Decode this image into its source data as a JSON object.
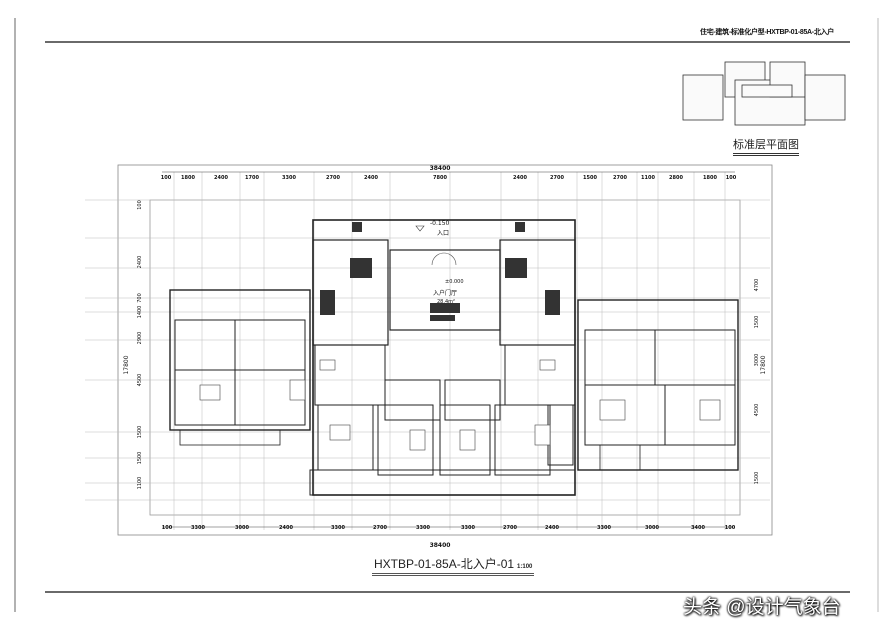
{
  "sheet": {
    "title": "住宅-建筑-标准化户型-HXTBP-01-85A-北入户",
    "key_plan_caption": "标准层平面图",
    "plan_title": "HXTBP-01-85A-北入户-01",
    "plan_scale": "1:100"
  },
  "dimensions": {
    "top_total": "38400",
    "top": [
      "100",
      "1800",
      "2400",
      "1700",
      "3300",
      "2700",
      "2400",
      "7800",
      "2400",
      "2700",
      "1500",
      "2700",
      "1100",
      "2800",
      "1800",
      "100"
    ],
    "bottom_total": "38400",
    "bottom": [
      "100",
      "3300",
      "3000",
      "2400",
      "3300",
      "2700",
      "3300",
      "3300",
      "2700",
      "2400",
      "3300",
      "3000",
      "3400",
      "100"
    ],
    "left_total": "17800",
    "left": [
      "100",
      "2400",
      "700",
      "1400",
      "2900",
      "4500",
      "1500",
      "1500",
      "1100"
    ],
    "right_total": "17800",
    "right": [
      "4700",
      "1500",
      "3000",
      "4500",
      "1500"
    ]
  },
  "annotations": {
    "entrance_level": "-0.150",
    "entrance": "入口",
    "floor_level": "±0.000",
    "lobby": "入户门厅",
    "lobby_area": "28.4m²"
  },
  "watermark": "头条 @设计气象台"
}
